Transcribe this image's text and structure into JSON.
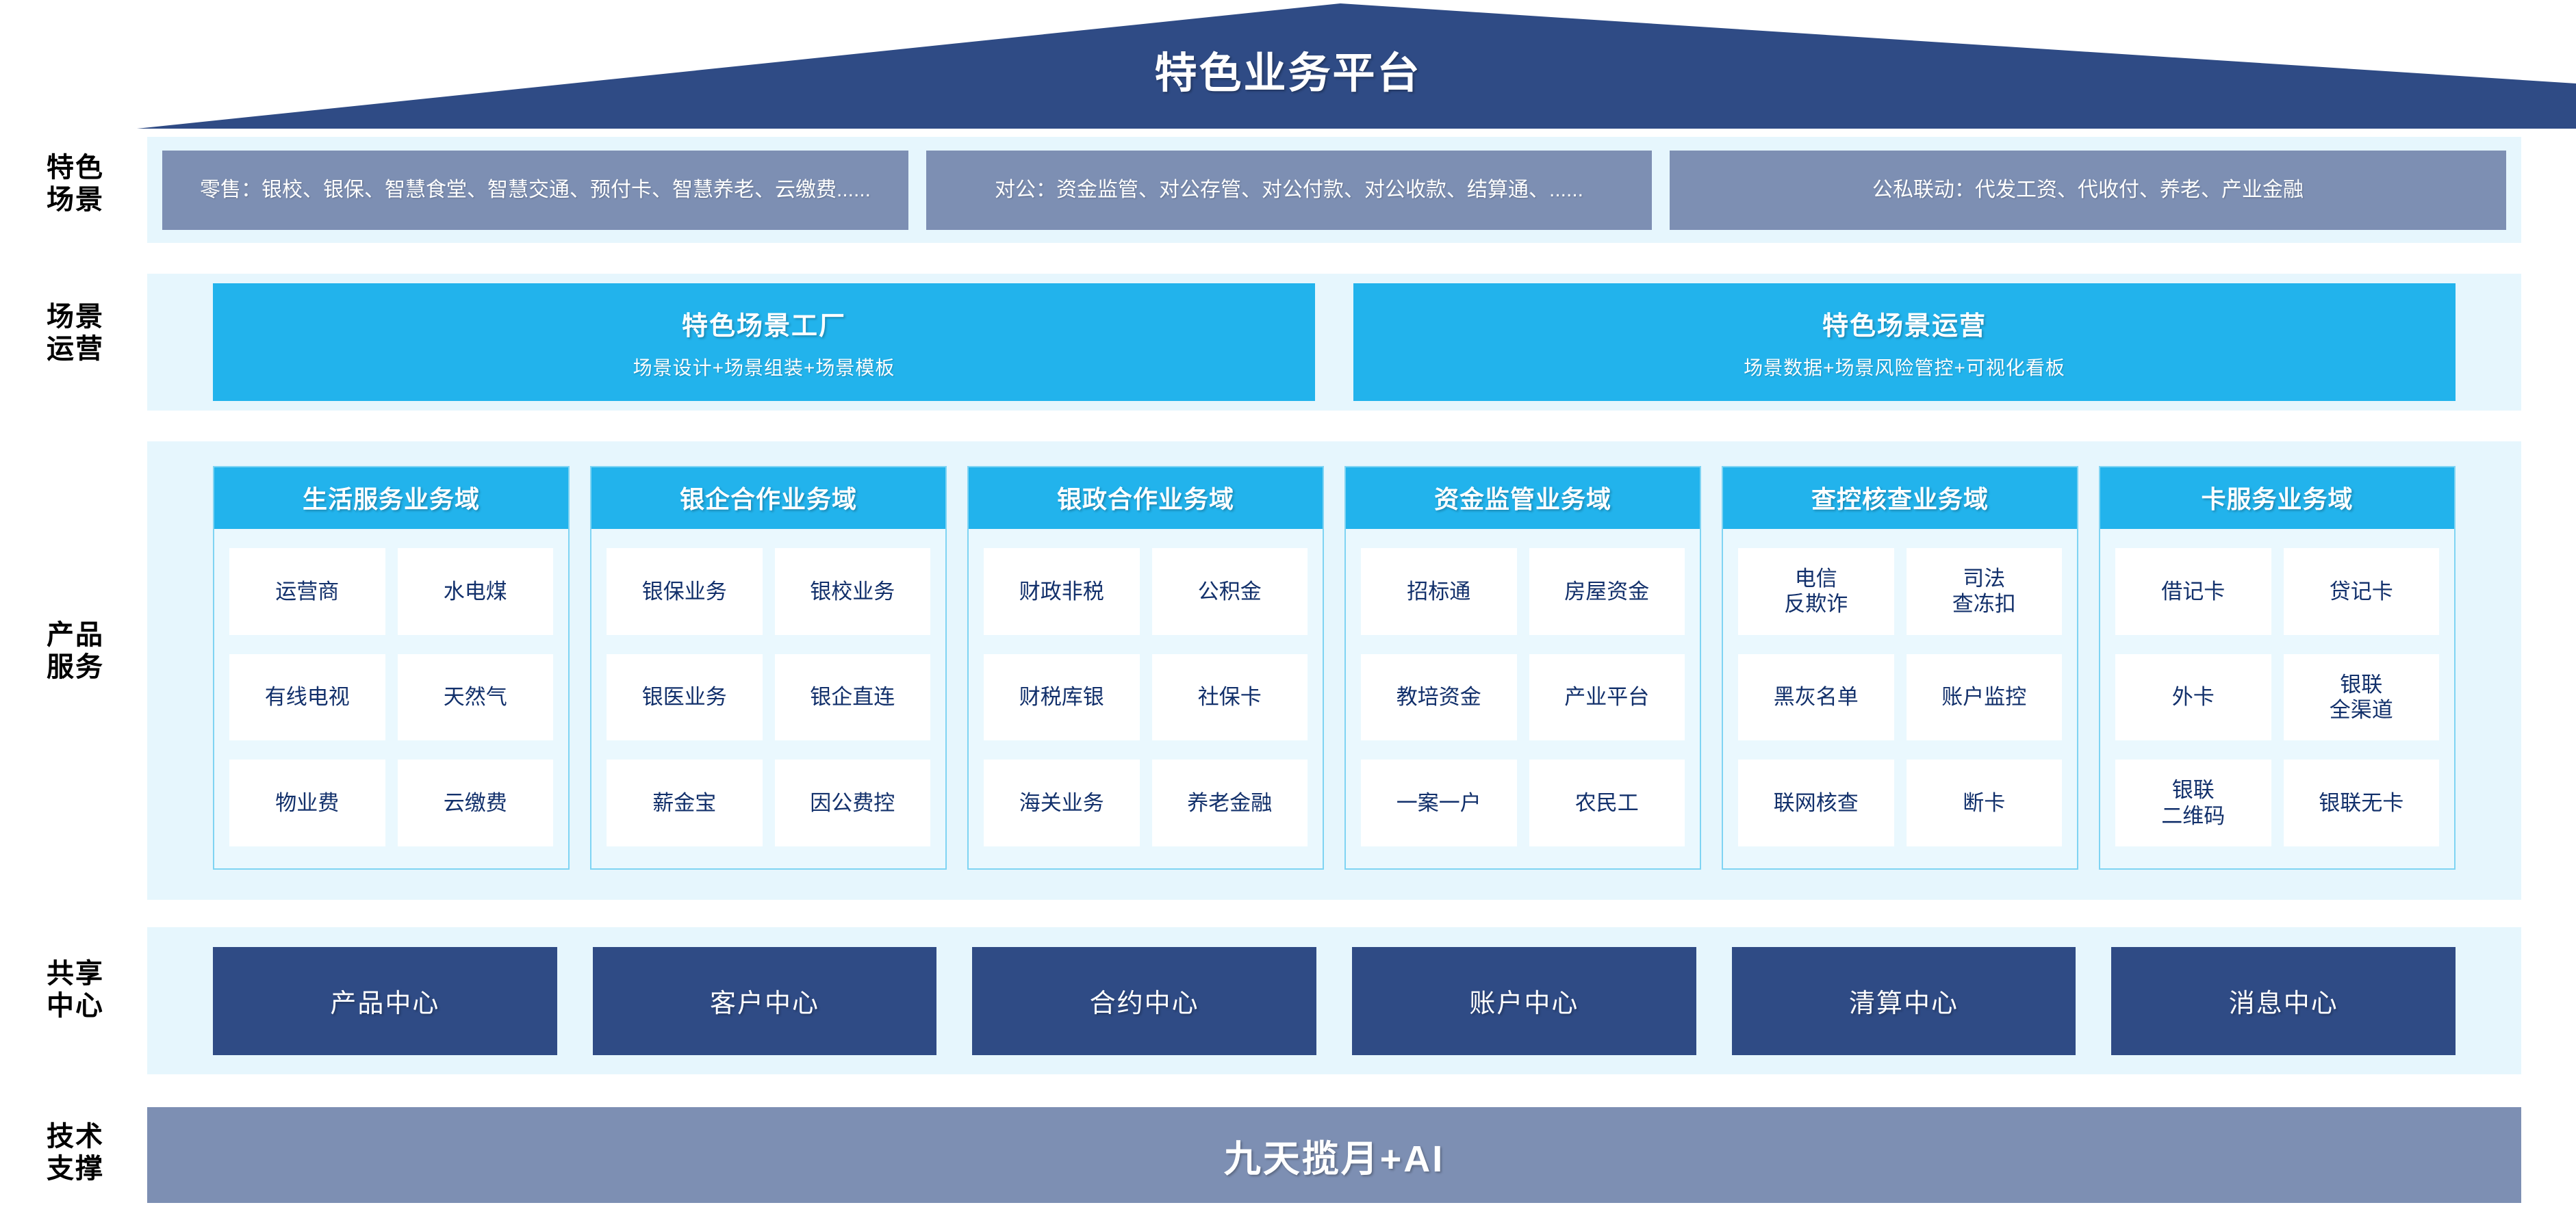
{
  "header": {
    "title": "特色业务平台"
  },
  "row_labels": {
    "scenario": "特色\n场景",
    "operation": "场景\n运营",
    "product": "产品\n服务",
    "shared": "共享\n中心",
    "tech": "技术\n支撑"
  },
  "scenarios": [
    {
      "text": "零售：银校、银保、智慧食堂、智慧交通、预付卡、智慧养老、云缴费......"
    },
    {
      "text": "对公：资金监管、对公存管、对公付款、对公收款、结算通、......"
    },
    {
      "text": "公私联动：代发工资、代收付、养老、产业金融"
    }
  ],
  "operations": [
    {
      "title": "特色场景工厂",
      "subtitle": "场景设计+场景组装+场景模板"
    },
    {
      "title": "特色场景运营",
      "subtitle": "场景数据+场景风险管控+可视化看板"
    }
  ],
  "domains": [
    {
      "title": "生活服务业务域",
      "items": [
        "运营商",
        "水电煤",
        "有线电视",
        "天然气",
        "物业费",
        "云缴费"
      ]
    },
    {
      "title": "银企合作业务域",
      "items": [
        "银保业务",
        "银校业务",
        "银医业务",
        "银企直连",
        "薪金宝",
        "因公费控"
      ]
    },
    {
      "title": "银政合作业务域",
      "items": [
        "财政非税",
        "公积金",
        "财税库银",
        "社保卡",
        "海关业务",
        "养老金融"
      ]
    },
    {
      "title": "资金监管业务域",
      "items": [
        "招标通",
        "房屋资金",
        "教培资金",
        "产业平台",
        "一案一户",
        "农民工"
      ]
    },
    {
      "title": "查控核查业务域",
      "items": [
        "电信\n反欺诈",
        "司法\n查冻扣",
        "黑灰名单",
        "账户监控",
        "联网核查",
        "断卡"
      ]
    },
    {
      "title": "卡服务业务域",
      "items": [
        "借记卡",
        "贷记卡",
        "外卡",
        "银联\n全渠道",
        "银联\n二维码",
        "银联无卡"
      ]
    }
  ],
  "shared_centers": [
    {
      "label": "产品中心"
    },
    {
      "label": "客户中心"
    },
    {
      "label": "合约中心"
    },
    {
      "label": "账户中心"
    },
    {
      "label": "清算中心"
    },
    {
      "label": "消息中心"
    }
  ],
  "tech_support": {
    "label": "九天揽月+AI"
  },
  "colors": {
    "roof": "#2f4b85",
    "band_bg": "#e6f6fd",
    "scenario_box": "#7d8fb3",
    "cyan": "#22b3ec",
    "card_border": "#7fd4f3",
    "card_bg": "#eaf8fe",
    "cell_text": "#12306b",
    "shared_box": "#2f4b85",
    "tech_bar": "#7d8fb3"
  }
}
